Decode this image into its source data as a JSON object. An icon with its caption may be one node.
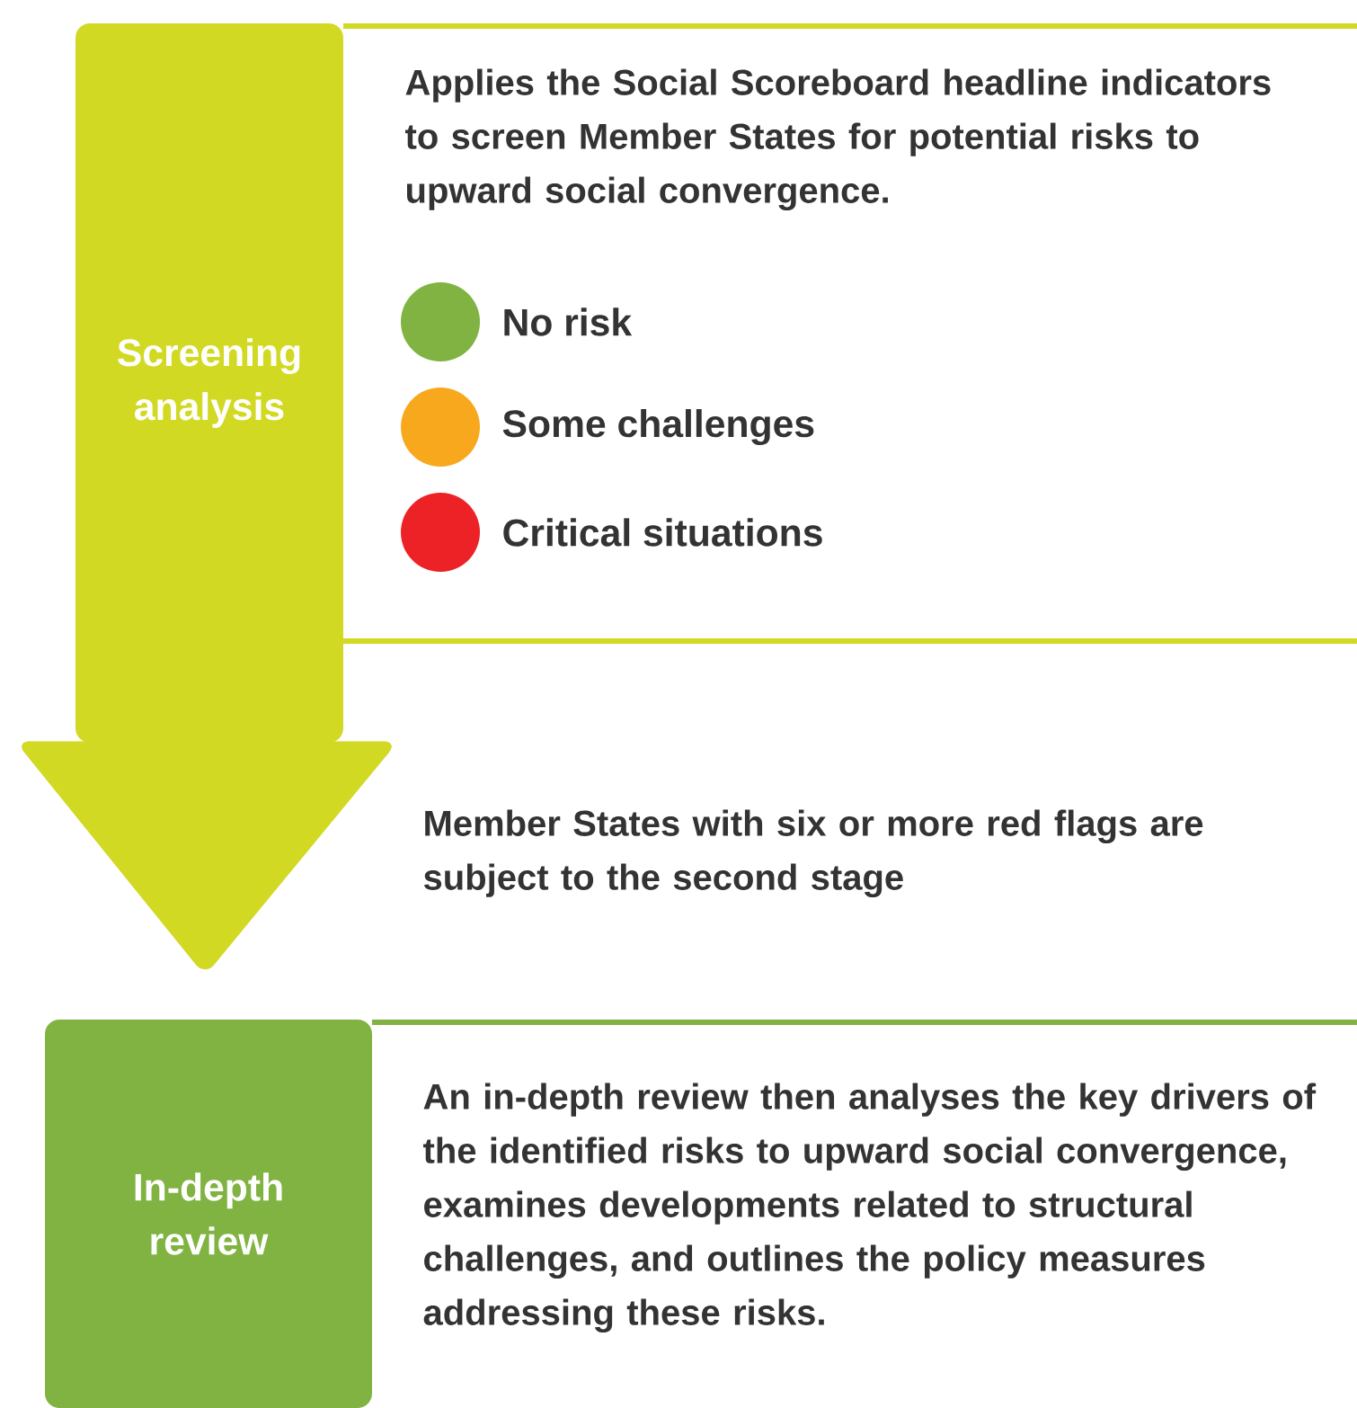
{
  "diagram": {
    "nodes": [
      {
        "text": [
          "Screening analysis"
        ]
      },
      {
        "text": [
          "Applies the Social Scoreboard headline indicators to screen Member States for potential risks to upward social convergence."
        ]
      },
      {
        "text": [
          "In-depth review"
        ]
      },
      {
        "text": [
          "An in-depth review then analyses the key drivers of the identified risks to upward social convergence, examines developments related to structural challenges, and outlines the policy measures addressing these risks."
        ]
      }
    ],
    "edges": [
      {
        "from": 0,
        "to": 2,
        "arrow": "to",
        "style": "thick"
      }
    ],
    "labels": [
      "Member States with six or more red flags are subject to the second stage"
    ],
    "legend": [
      {
        "text": "No risk",
        "color": "#80b341"
      },
      {
        "text": "Some challenges",
        "color": "#f8a81c"
      },
      {
        "text": "Critical situations",
        "color": "#ec2227"
      }
    ]
  }
}
